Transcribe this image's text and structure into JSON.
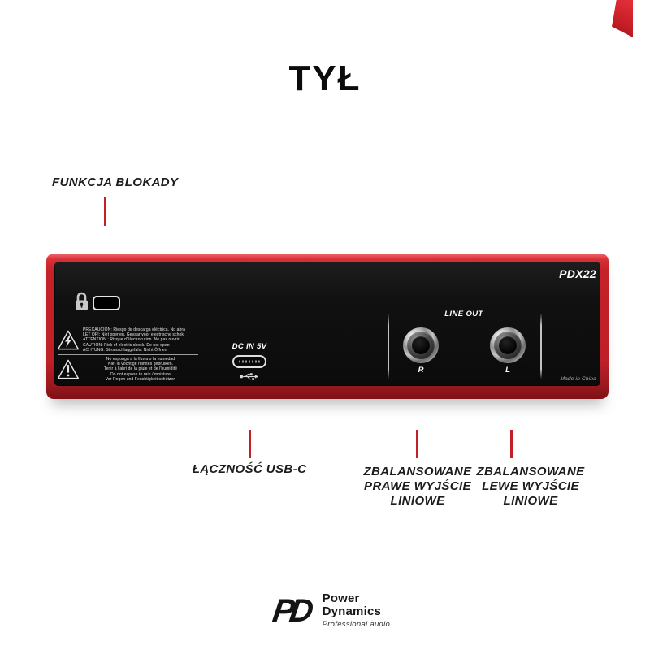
{
  "title": "TYŁ",
  "colors": {
    "accent_red": "#c32025",
    "chassis_red": "#c22028",
    "panel_black": "#0e0e0e",
    "background": "#ffffff"
  },
  "callouts": {
    "lock_function": "FUNKCJA BLOKADY",
    "usb": "ŁĄCZNOŚĆ USB-C",
    "right_line_out": {
      "line1": "ZBALANSOWANE",
      "line2": "PRAWE WYJŚCIE",
      "line3": "LINIOWE"
    },
    "left_line_out": {
      "line1": "ZBALANSOWANE",
      "line2": "LEWE WYJŚCIE",
      "line3": "LINIOWE"
    }
  },
  "device": {
    "model": "PDX22",
    "dc_input_label": "DC IN 5V",
    "line_out_label": "LINE OUT",
    "jack_right": "R",
    "jack_left": "L",
    "made_in": "Made in China",
    "warning_electric": [
      "PRECAUCIÓN: Riesgo de descarga eléctrica. No abra",
      "LET OP!: Niet openen. Gevaar voor electrische schok",
      "ATTENTION : Risque d'électrocution. Ne pas ouvrir",
      "CAUTION: Risk of electric shock. Do not open",
      "ACHTUNG: Stromschlaggefahr. Nicht Öffnen"
    ],
    "warning_moisture": [
      "No exponga a la lluvia o la humedad",
      "Niet in vochtige ruimtes gebruiken.",
      "Tenir à l'abri de la pluie et de l'humidité",
      "Do not expose to rain / moisture",
      "Vor Regen und Feuchtigkeit schützen"
    ],
    "icons": {
      "lock": "padlock-icon",
      "electric": "electric-shock-warning-icon",
      "moisture": "moisture-warning-icon",
      "usb": "usb-trident-icon"
    }
  },
  "brand": {
    "monogram": "PD",
    "name_line1": "Power",
    "name_line2": "Dynamics",
    "tagline": "Professional audio"
  }
}
